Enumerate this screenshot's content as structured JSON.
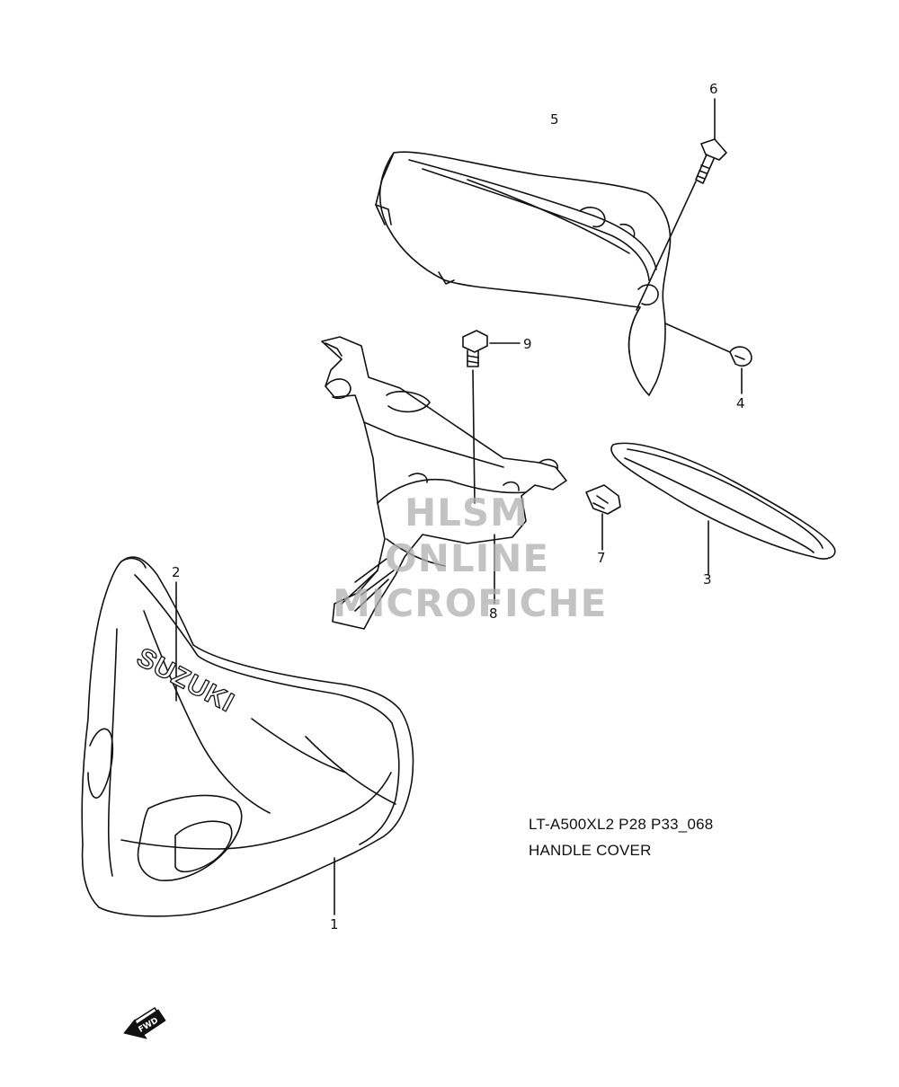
{
  "diagram": {
    "caption_code": "LT-A500XL2 P28 P33_068",
    "caption_title": "HANDLE COVER",
    "callouts": [
      "1",
      "2",
      "3",
      "4",
      "5",
      "6",
      "7",
      "8",
      "9"
    ],
    "brand_text": "SUZUKI",
    "fwd_text": "FWD"
  },
  "watermark": {
    "line1": "HLSM",
    "line2": "ONLINE",
    "line3": "MICROFICHE"
  }
}
